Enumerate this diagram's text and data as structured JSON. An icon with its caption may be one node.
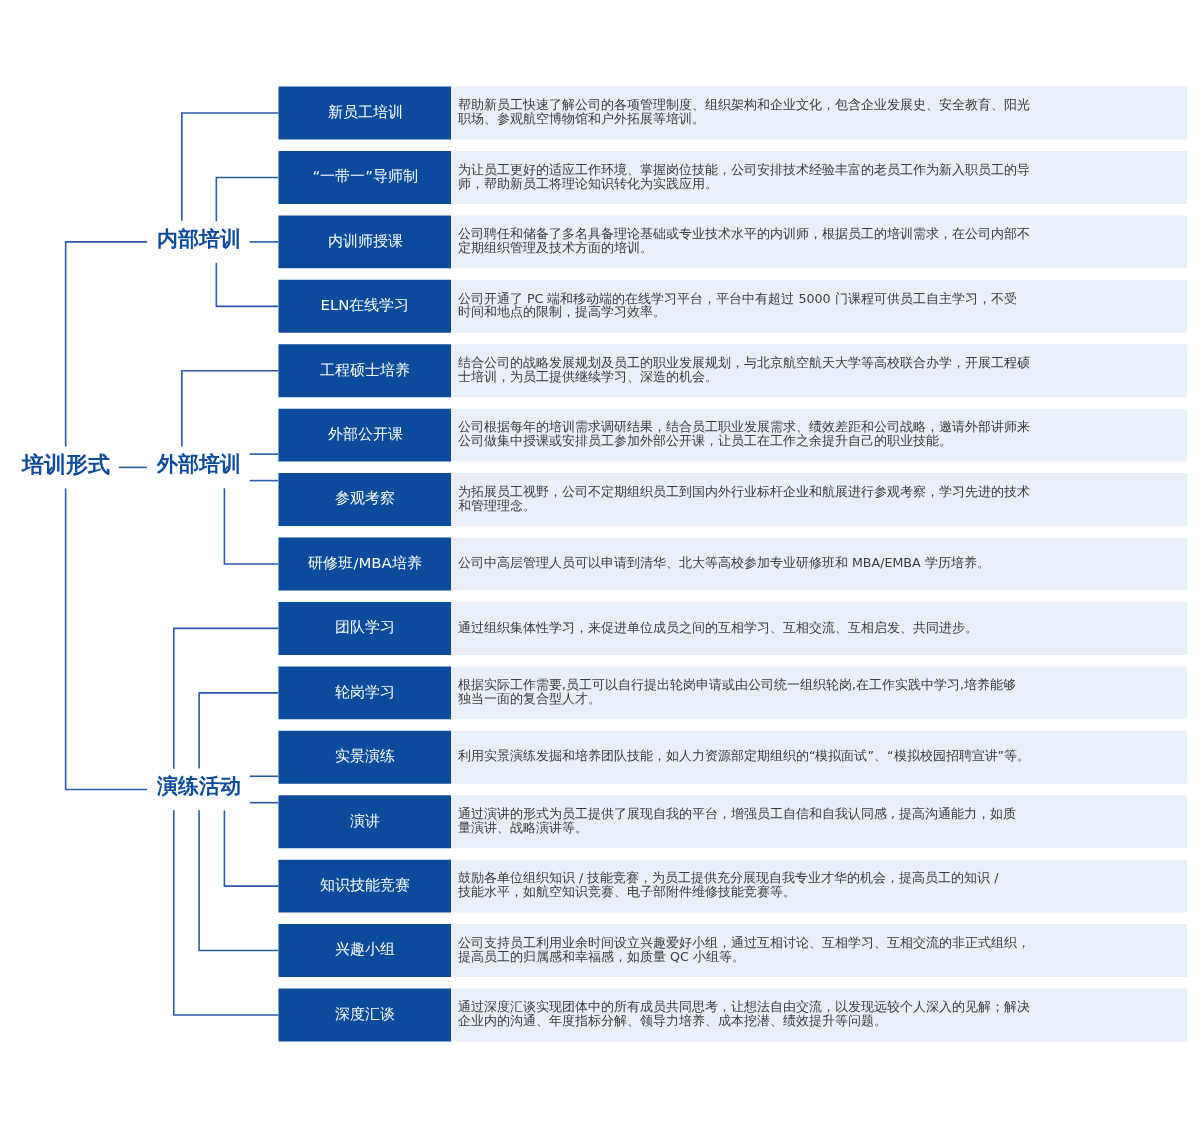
{
  "diagram": {
    "nodes": [
      {
        "text": [
          "培训形式"
        ]
      },
      {
        "text": [
          "内部培训"
        ]
      },
      {
        "text": [
          "新员工培训",
          "帮助新员工快速了解公司的各项管理制度、组织架构和企业文化，包含企业发展史、安全教育、阳光职场、参观航空博物馆和户外拓展等培训。"
        ]
      },
      {
        "text": [
          "“一带一”导师制",
          "为让员工更好的适应工作环境、掌握岗位技能，公司安排技术经验丰富的老员工作为新入职员工的导师，帮助新员工将理论知识转化为实践应用。"
        ]
      },
      {
        "text": [
          "内训师授课",
          "公司聘任和储备了多名具备理论基础或专业技术水平的内训师，根据员工的培训需求，在公司内部不定期组织管理及技术方面的培训。"
        ]
      },
      {
        "text": [
          "ELN在线学习",
          "公司开通了 PC 端和移动端的在线学习平台，平台中有超过 5000 门课程可供员工自主学习，不受时间和地点的限制，提高学习效率。"
        ]
      },
      {
        "text": [
          "外部培训"
        ]
      },
      {
        "text": [
          "工程硕士培养",
          "结合公司的战略发展规划及员工的职业发展规划，与北京航空航天大学等高校联合办学，开展工程硕士培训，为员工提供继续学习、深造的机会。"
        ]
      },
      {
        "text": [
          "外部公开课",
          "公司根据每年的培训需求调研结果，结合员工职业发展需求、绩效差距和公司战略，邀请外部讲师来公司做集中授课或安排员工参加外部公开课，让员工在工作之余提升自己的职业技能。"
        ]
      },
      {
        "text": [
          "参观考察",
          "为拓展员工视野，公司不定期组织员工到国内外行业标杆企业和航展进行参观考察，学习先进的技术和管理理念。"
        ]
      },
      {
        "text": [
          "研修班/MBA培养",
          "公司中高层管理人员可以申请到清华、北大等高校参加专业研修班和 MBA/EMBA 学历培养。"
        ]
      },
      {
        "text": [
          "演练活动"
        ]
      },
      {
        "text": [
          "团队学习",
          "通过组织集体性学习，来促进单位成员之间的互相学习、互相交流、互相启发、共同进步。"
        ]
      },
      {
        "text": [
          "轮岗学习",
          "根据实际工作需要,员工可以自行提出轮岗申请或由公司统一组织轮岗,在工作实践中学习,培养能够独当一面的复合型人才。"
        ]
      },
      {
        "text": [
          "实景演练",
          "利用实景演练发掘和培养团队技能，如人力资源部定期组织的“模拟面试”、“模拟校园招聘宣讲”等。"
        ]
      },
      {
        "text": [
          "演讲",
          "通过演讲的形式为员工提供了展现自我的平台，增强员工自信和自我认同感 , 提高沟通能力，如质量演讲、战略演讲等。"
        ]
      },
      {
        "text": [
          "知识技能竞赛",
          "鼓励各单位组织知识 / 技能竞赛，为员工提供充分展现自我专业才华的机会，提高员工的知识 / 技能水平，如航空知识竞赛、电子部附件维修技能竞赛等。"
        ]
      },
      {
        "text": [
          "兴趣小组",
          "公司支持员工利用业余时间设立兴趣爱好小组，通过互相讨论、互相学习、互相交流的非正式组织，提高员工的归属感和幸福感，如质量 QC 小组等。"
        ]
      },
      {
        "text": [
          "深度汇谈",
          "通过深度汇谈实现团体中的所有成员共同思考，让想法自由交流，以发现远较个人深入的见解；解决企业内的沟通、年度指标分解、领导力培养、成本挖潜、绩效提升等问题。"
        ]
      }
    ],
    "edges": [
      {
        "from": 0,
        "to": 1,
        "arrow": "none"
      },
      {
        "from": 0,
        "to": 6,
        "arrow": "none"
      },
      {
        "from": 0,
        "to": 11,
        "arrow": "none"
      },
      {
        "from": 1,
        "to": 2,
        "arrow": "none"
      },
      {
        "from": 1,
        "to": 3,
        "arrow": "none"
      },
      {
        "from": 1,
        "to": 4,
        "arrow": "none"
      },
      {
        "from": 1,
        "to": 5,
        "arrow": "none"
      },
      {
        "from": 6,
        "to": 7,
        "arrow": "none"
      },
      {
        "from": 6,
        "to": 8,
        "arrow": "none"
      },
      {
        "from": 6,
        "to": 9,
        "arrow": "none"
      },
      {
        "from": 6,
        "to": 10,
        "arrow": "none"
      },
      {
        "from": 11,
        "to": 12,
        "arrow": "none"
      },
      {
        "from": 11,
        "to": 13,
        "arrow": "none"
      },
      {
        "from": 11,
        "to": 14,
        "arrow": "none"
      },
      {
        "from": 11,
        "to": 15,
        "arrow": "none"
      },
      {
        "from": 11,
        "to": 16,
        "arrow": "none"
      },
      {
        "from": 11,
        "to": 17,
        "arrow": "none"
      },
      {
        "from": 11,
        "to": 18,
        "arrow": "none"
      }
    ]
  }
}
